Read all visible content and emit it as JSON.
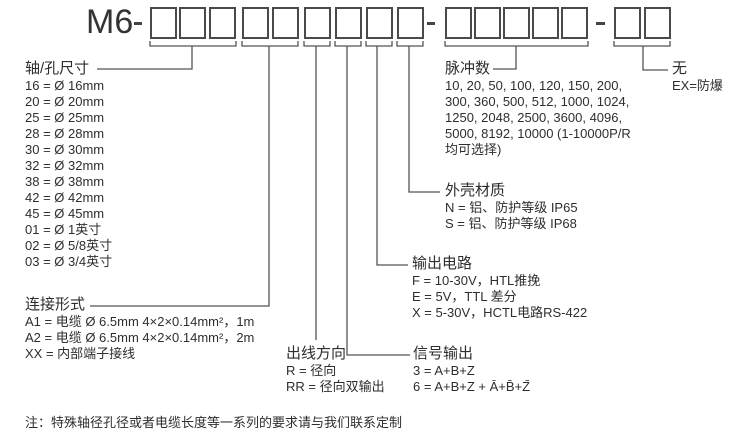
{
  "code": {
    "prefix": "M6",
    "groups": [
      {
        "name": "shaft-size",
        "boxes": 3
      },
      {
        "name": "connection",
        "boxes": 2
      },
      {
        "name": "cable-direction",
        "boxes": 1
      },
      {
        "name": "signal-output",
        "boxes": 1
      },
      {
        "name": "output-circuit",
        "boxes": 1
      },
      {
        "name": "housing",
        "boxes": 1
      },
      {
        "name": "pulses",
        "boxes": 5
      },
      {
        "name": "explosion-proof",
        "boxes": 2
      }
    ]
  },
  "shaft": {
    "title": "轴/孔尺寸",
    "items": [
      "16 = Ø 16mm",
      "20 = Ø 20mm",
      "25 = Ø 25mm",
      "28 = Ø 28mm",
      "30 = Ø 30mm",
      "32 = Ø 32mm",
      "38 = Ø 38mm",
      "42 = Ø 42mm",
      "45 = Ø 45mm",
      "01 = Ø 1英寸",
      "02 = Ø 5/8英寸",
      "03 = Ø 3/4英寸"
    ]
  },
  "connection": {
    "title": "连接形式",
    "items": [
      "A1 = 电缆 Ø 6.5mm 4×2×0.14mm²，1m",
      "A2 = 电缆 Ø 6.5mm 4×2×0.14mm²，2m",
      "XX = 内部端子接线"
    ]
  },
  "direction": {
    "title": "出线方向",
    "items": [
      "R = 径向",
      "RR = 径向双输出"
    ]
  },
  "signal": {
    "title": "信号输出",
    "items": [
      "3 = A+B+Z",
      "6 = A+B+Z + Ā+B̄+Z̄"
    ]
  },
  "circuit": {
    "title": "输出电路",
    "items": [
      "F = 10-30V，HTL推挽",
      "E = 5V，TTL 差分",
      "X = 5-30V，HCTL电路RS-422"
    ]
  },
  "housing": {
    "title": "外壳材质",
    "items": [
      "N = 铝、防护等级 IP65",
      "S = 铝、防护等级 IP68"
    ]
  },
  "pulses": {
    "title": "脉冲数",
    "items": [
      "10, 20, 50, 100, 120, 150, 200,",
      "300, 360, 500, 512, 1000, 1024,",
      "1250, 2048, 2500, 3600, 4096,",
      "5000, 8192, 10000 (1-10000P/R",
      "均可选择)"
    ]
  },
  "explosion": {
    "title": "无",
    "items": [
      "EX=防爆"
    ]
  },
  "note": "注：特殊轴径孔径或者电缆长度等一系列的要求请与我们联系定制"
}
